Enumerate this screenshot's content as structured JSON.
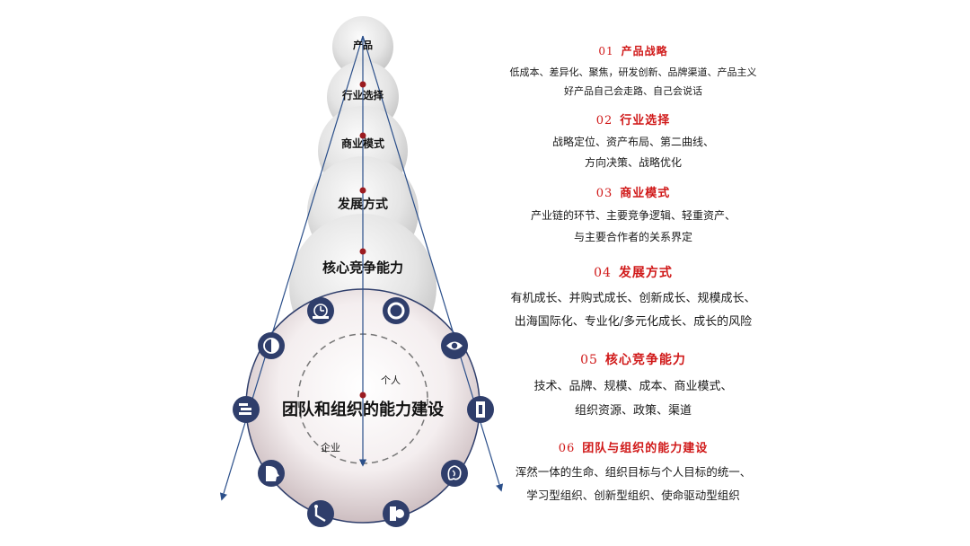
{
  "diagram": {
    "levels": [
      {
        "label": "产品"
      },
      {
        "label": "行业选择"
      },
      {
        "label": "商业模式"
      },
      {
        "label": "发展方式"
      },
      {
        "label": "核心竞争能力"
      },
      {
        "label": "团队和组织的能力建设"
      }
    ],
    "inner_circle": {
      "top_label": "个人",
      "bottom_label": "企业"
    },
    "ring_icons": [
      "clock-gear-icon",
      "life-ring-icon",
      "eye-icon",
      "equipment-icon",
      "brain-icon",
      "b-chart-icon",
      "route-icon",
      "head-profile-icon",
      "cascade-icon",
      "chart-circle-icon"
    ],
    "colors": {
      "accent_red": "#d01818",
      "line_blue": "#2b4f8a",
      "ring_navy": "#2f3e6b",
      "dot_red": "#9b1b20"
    }
  },
  "items": [
    {
      "num": "01",
      "title": "产品战略",
      "lines": [
        "低成本、差异化、聚焦，研发创新、品牌渠道、产品主义",
        "好产品自己会走路、自己会说话"
      ]
    },
    {
      "num": "02",
      "title": "行业选择",
      "lines": [
        "战略定位、资产布局、第二曲线、",
        "方向决策、战略优化"
      ]
    },
    {
      "num": "03",
      "title": "商业模式",
      "lines": [
        "产业链的环节、主要竞争逻辑、轻重资产、",
        "与主要合作者的关系界定"
      ]
    },
    {
      "num": "04",
      "title": "发展方式",
      "lines": [
        "有机成长、并购式成长、创新成长、规模成长、",
        "出海国际化、专业化/多元化成长、成长的风险"
      ]
    },
    {
      "num": "05",
      "title": "核心竞争能力",
      "lines": [
        "技术、品牌、规模、成本、商业模式、",
        "组织资源、政策、渠道"
      ]
    },
    {
      "num": "06",
      "title": "团队与组织的能力建设",
      "lines": [
        "浑然一体的生命、组织目标与个人目标的统一、",
        "学习型组织、创新型组织、使命驱动型组织"
      ]
    }
  ]
}
